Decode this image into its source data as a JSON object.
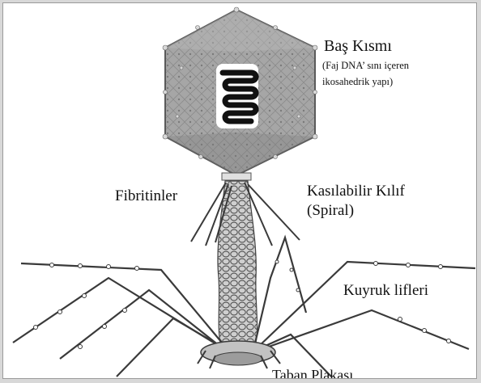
{
  "labels": {
    "head": "Baş Kısmı",
    "head_desc_line1": "(Faj DNA’ sını içeren",
    "head_desc_line2": "ikosahedrik yapı)",
    "fibritins": "Fibritinler",
    "sheath_line1": "Kasılabilir Kılıf",
    "sheath_line2": "(Spiral)",
    "tail_fibers": "Kuyruk lifleri",
    "base_plate": "Taban Plakası"
  },
  "colors": {
    "background": "#ffffff",
    "capsid_fill": "#a9a9a9",
    "capsid_dark": "#6e6e6e",
    "dna_window": "#ffffff",
    "dna_coil": "#111111",
    "fiber_stroke": "#3a3a3a",
    "text": "#111111"
  },
  "icons": {
    "dna": "dna-coil-icon"
  }
}
